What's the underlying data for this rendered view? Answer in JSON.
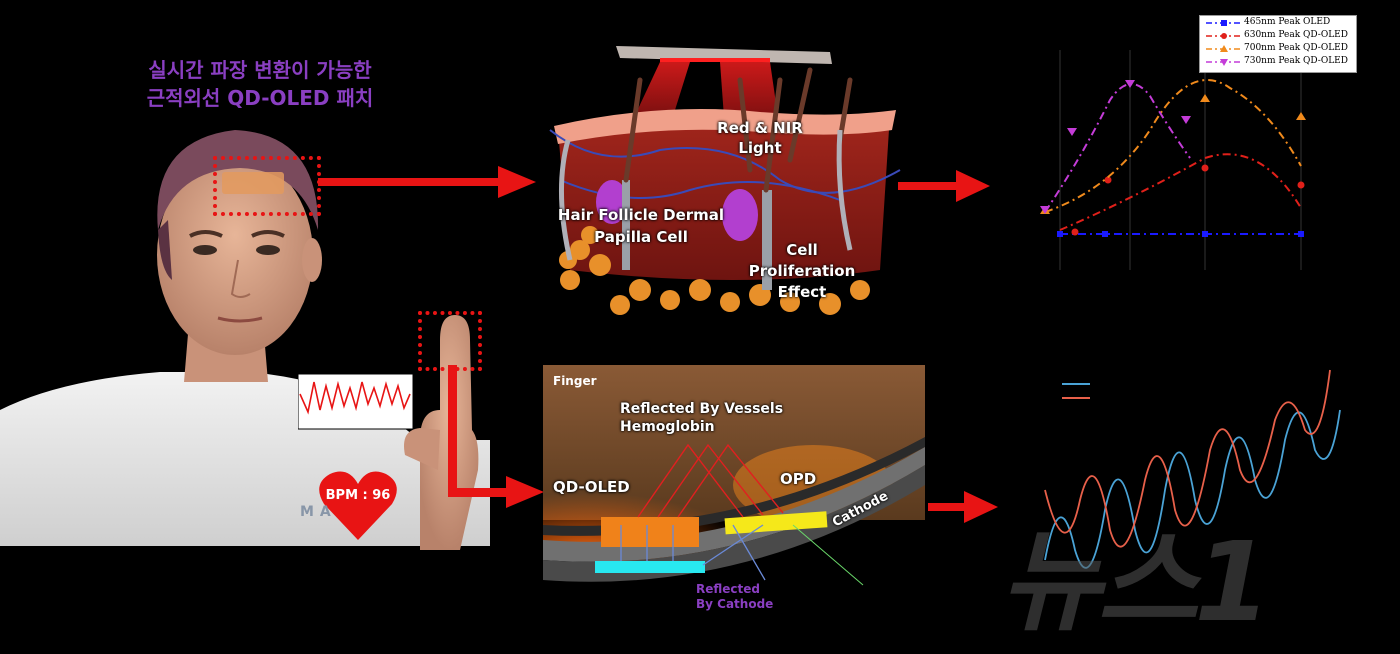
{
  "title": {
    "line1": "실시간 파장 변환이 가능한",
    "line2": "근적외선 QD-OLED 패치"
  },
  "skin": {
    "red_nir": "Red & NIR\nLight",
    "hair_follicle": "Hair Follicle Dermal\nPapilla Cell",
    "cell_prolif": "Cell\nProliferation\nEffect"
  },
  "finger": {
    "finger_label": "Finger",
    "reflected_vessels": "Reflected By Vessels\nHemoglobin",
    "qd_oled": "QD-OLED",
    "opd": "OPD",
    "cathode": "Cathode",
    "reflected_cathode": "Reflected\nBy Cathode"
  },
  "heart": {
    "bpm": "BPM : 96"
  },
  "shirt_text": "MA",
  "legend": [
    {
      "label": "465nm Peak OLED",
      "color": "#1a1aff",
      "marker": "square"
    },
    {
      "label": "630nm Peak QD-OLED",
      "color": "#e0201a",
      "marker": "circle"
    },
    {
      "label": "700nm Peak QD-OLED",
      "color": "#f08a1c",
      "marker": "triangle-up"
    },
    {
      "label": "730nm Peak QD-OLED",
      "color": "#c43cd8",
      "marker": "triangle-down"
    }
  ],
  "watermark": "뉴스1",
  "colors": {
    "arrow": "#e81414",
    "title": "#8a3fc2",
    "signal_blue": "#4aa3d6",
    "signal_red": "#e8604a"
  }
}
